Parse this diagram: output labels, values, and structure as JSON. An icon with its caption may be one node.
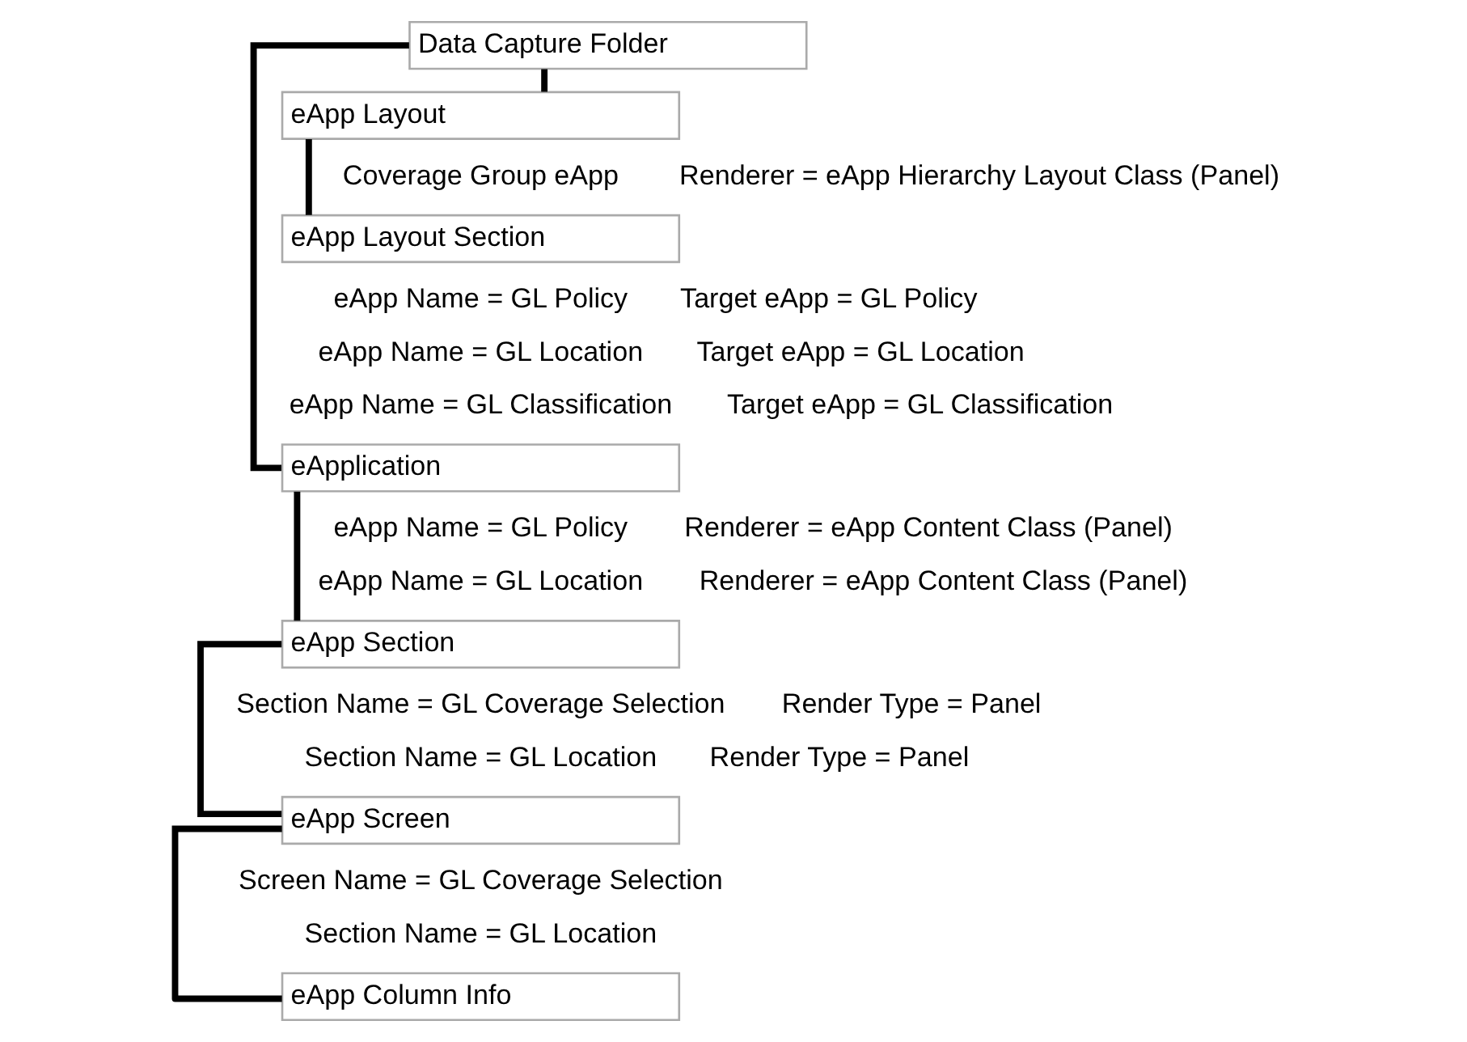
{
  "diagram": {
    "nodes": [
      {
        "text": [
          "Data Capture Folder"
        ]
      },
      {
        "text": [
          "eApp Layout"
        ]
      },
      {
        "text": [
          "eApp Layout Section"
        ]
      },
      {
        "text": [
          "eApplication"
        ]
      },
      {
        "text": [
          "eApp Section"
        ]
      },
      {
        "text": [
          "eApp Screen"
        ]
      },
      {
        "text": [
          "eApp Column Info"
        ]
      }
    ],
    "edges": [
      {
        "from": 0,
        "to": 1,
        "arrow": "none"
      },
      {
        "from": 1,
        "to": 2,
        "arrow": "none"
      },
      {
        "from": 0,
        "to": 3,
        "arrow": "none"
      },
      {
        "from": 3,
        "to": 4,
        "arrow": "none"
      },
      {
        "from": 4,
        "to": 5,
        "arrow": "none"
      },
      {
        "from": 5,
        "to": 6,
        "arrow": "none"
      }
    ],
    "labels": [
      "Coverage Group eApp",
      "Renderer = eApp Hierarchy Layout Class (Panel)",
      "eApp Name = GL Policy",
      "Target eApp = GL Policy",
      "eApp Name = GL Location",
      "Target eApp = GL Location",
      "eApp Name = GL Classification",
      "Target eApp = GL Classification",
      "eApp Name = GL Policy",
      "Renderer = eApp Content Class (Panel)",
      "eApp Name = GL Location",
      "Renderer = eApp Content Class (Panel)",
      "Section Name = GL Coverage Selection",
      "Render Type = Panel",
      "Section Name = GL Location",
      "Render Type = Panel",
      "Screen Name = GL Coverage Selection",
      "Section Name = GL Location"
    ]
  }
}
